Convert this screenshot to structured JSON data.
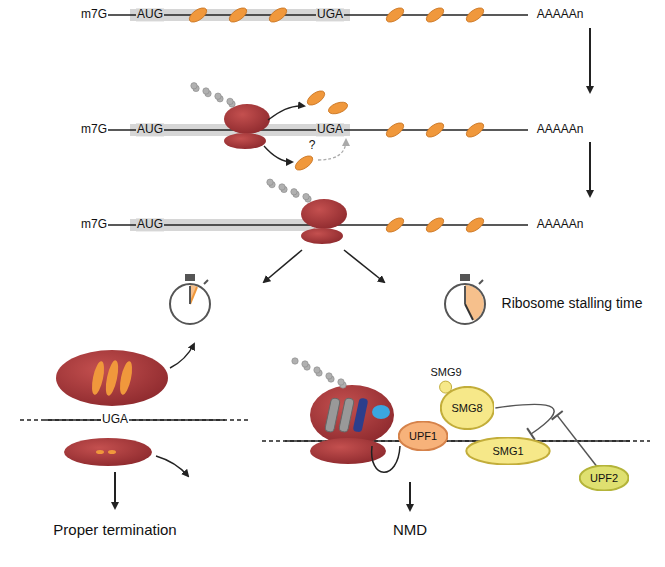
{
  "diagram": {
    "nodes": [
      {
        "text": [
          "SMG9"
        ]
      },
      {
        "text": [
          "SMG8"
        ]
      },
      {
        "text": [
          "UPF1"
        ]
      },
      {
        "text": [
          "SMG1"
        ]
      },
      {
        "text": [
          "UPF2"
        ]
      }
    ],
    "edges": [
      {
        "from": 1,
        "to": 3,
        "arrow": "to"
      }
    ],
    "labels": [
      "m7G",
      "AUG",
      "UGA",
      "AAAAAn",
      "m7G",
      "AUG",
      "UGA",
      "AAAAAn",
      "?",
      "m7G",
      "AUG",
      "AAAAAn",
      "Ribosome stalling time",
      "UGA",
      "Proper termination",
      "NMD"
    ]
  }
}
